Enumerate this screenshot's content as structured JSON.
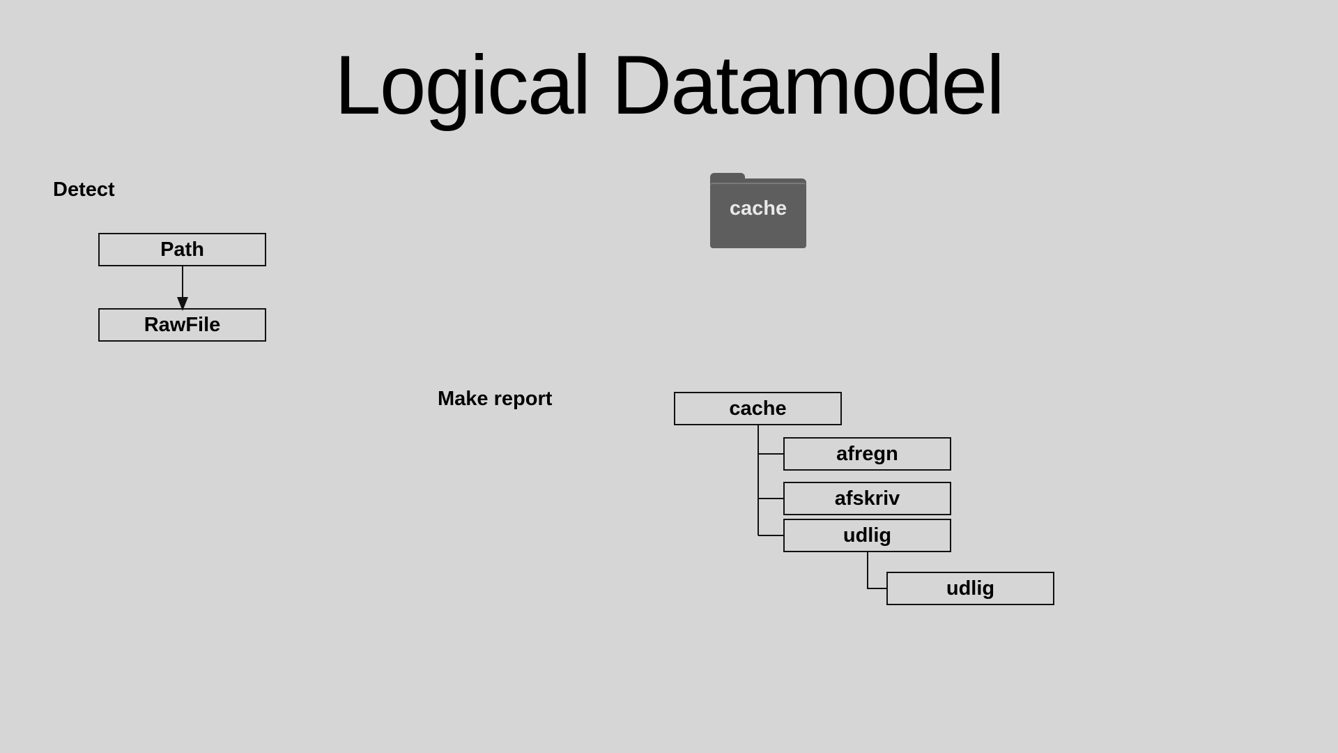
{
  "title": "Logical Datamodel",
  "detect": {
    "label": "Detect",
    "nodes": [
      "Path",
      "RawFile"
    ]
  },
  "folder": {
    "icon": "folder-icon",
    "label": "cache",
    "color": "#5e5e5e"
  },
  "report": {
    "label": "Make report",
    "tree": {
      "root": "cache",
      "children": [
        "afregn",
        "afskriv",
        "udlig"
      ],
      "grandchild": "udlig"
    }
  }
}
